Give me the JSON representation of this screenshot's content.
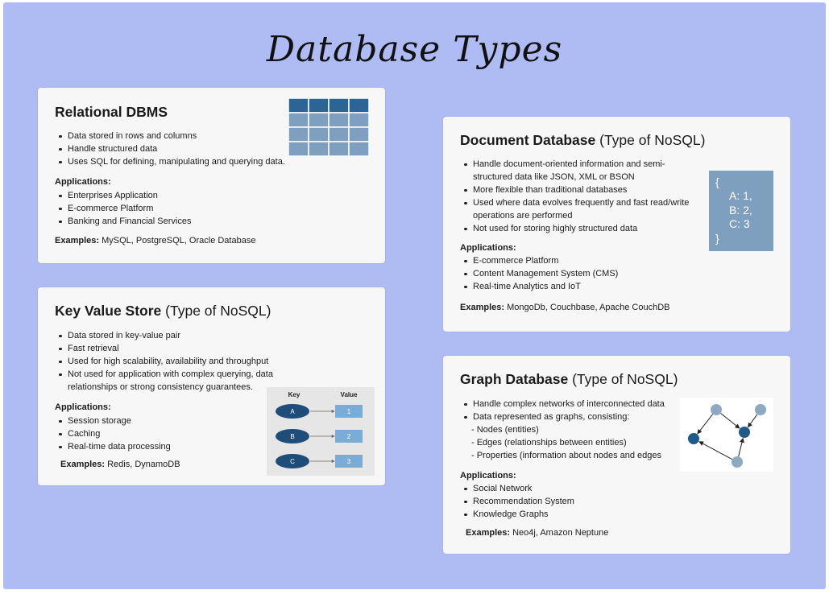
{
  "title": "Database Types",
  "relational": {
    "title": "Relational DBMS",
    "bullets": [
      "Data stored in rows and columns",
      "Handle structured data",
      "Uses SQL for defining, manipulating and querying data."
    ],
    "applications_label": "Applications:",
    "applications": [
      "Enterprises Application",
      "E-commerce Platform",
      "Banking and Financial Services"
    ],
    "examples_label": "Examples:",
    "examples": "MySQL, PostgreSQL, Oracle Database",
    "colors": {
      "header": "#2c6494",
      "cell": "#7e9fbd",
      "border": "#ffffff"
    }
  },
  "keyvalue": {
    "title": "Key Value Store",
    "subtitle": "(Type of NoSQL)",
    "bullets": [
      "Data stored in key-value pair",
      "Fast retrieval",
      "Used for high scalability, availability and throughput",
      "Not used for application with complex querying, data",
      "relationships or strong consistency guarantees."
    ],
    "applications_label": "Applications:",
    "applications": [
      "Session storage",
      "Caching",
      "Real-time data processing"
    ],
    "examples_label": "Examples:",
    "examples": "Redis, DynamoDB",
    "diagram": {
      "key_header": "Key",
      "value_header": "Value",
      "keys": [
        "A",
        "B",
        "C"
      ],
      "values": [
        "1",
        "2",
        "3"
      ],
      "colors": {
        "key": "#1f4d7a",
        "value": "#79acd6",
        "bg": "#e6e6e6"
      }
    }
  },
  "document": {
    "title": "Document Database",
    "subtitle": "(Type of NoSQL)",
    "bullets": [
      "Handle document-oriented information and semi-",
      "structured data like JSON, XML or BSON",
      "More flexible than traditional databases",
      "Used where data evolves frequently and fast read/write",
      "operations are performed",
      "Not used for storing highly structured data"
    ],
    "applications_label": "Applications:",
    "applications": [
      "E-commerce Platform",
      "Content Management System (CMS)",
      "Real-time Analytics and IoT"
    ],
    "examples_label": "Examples:",
    "examples": "MongoDb, Couchbase, Apache CouchDB",
    "json_lines": [
      "{",
      "A: 1,",
      "B: 2,",
      "C: 3",
      "}"
    ]
  },
  "graph": {
    "title": "Graph Database",
    "subtitle": "(Type of NoSQL)",
    "bullets": [
      "Handle complex networks of interconnected data",
      "Data represented as graphs, consisting:",
      "- Nodes (entities)",
      "- Edges (relationships between entities)",
      "- Properties (information about nodes and edges"
    ],
    "applications_label": "Applications:",
    "applications": [
      "Social Network",
      "Recommendation System",
      "Knowledge Graphs"
    ],
    "examples_label": "Examples:",
    "examples": "Neo4j, Amazon Neptune",
    "colors": {
      "dark": "#1f5a8a",
      "light": "#8fa9c2"
    }
  }
}
